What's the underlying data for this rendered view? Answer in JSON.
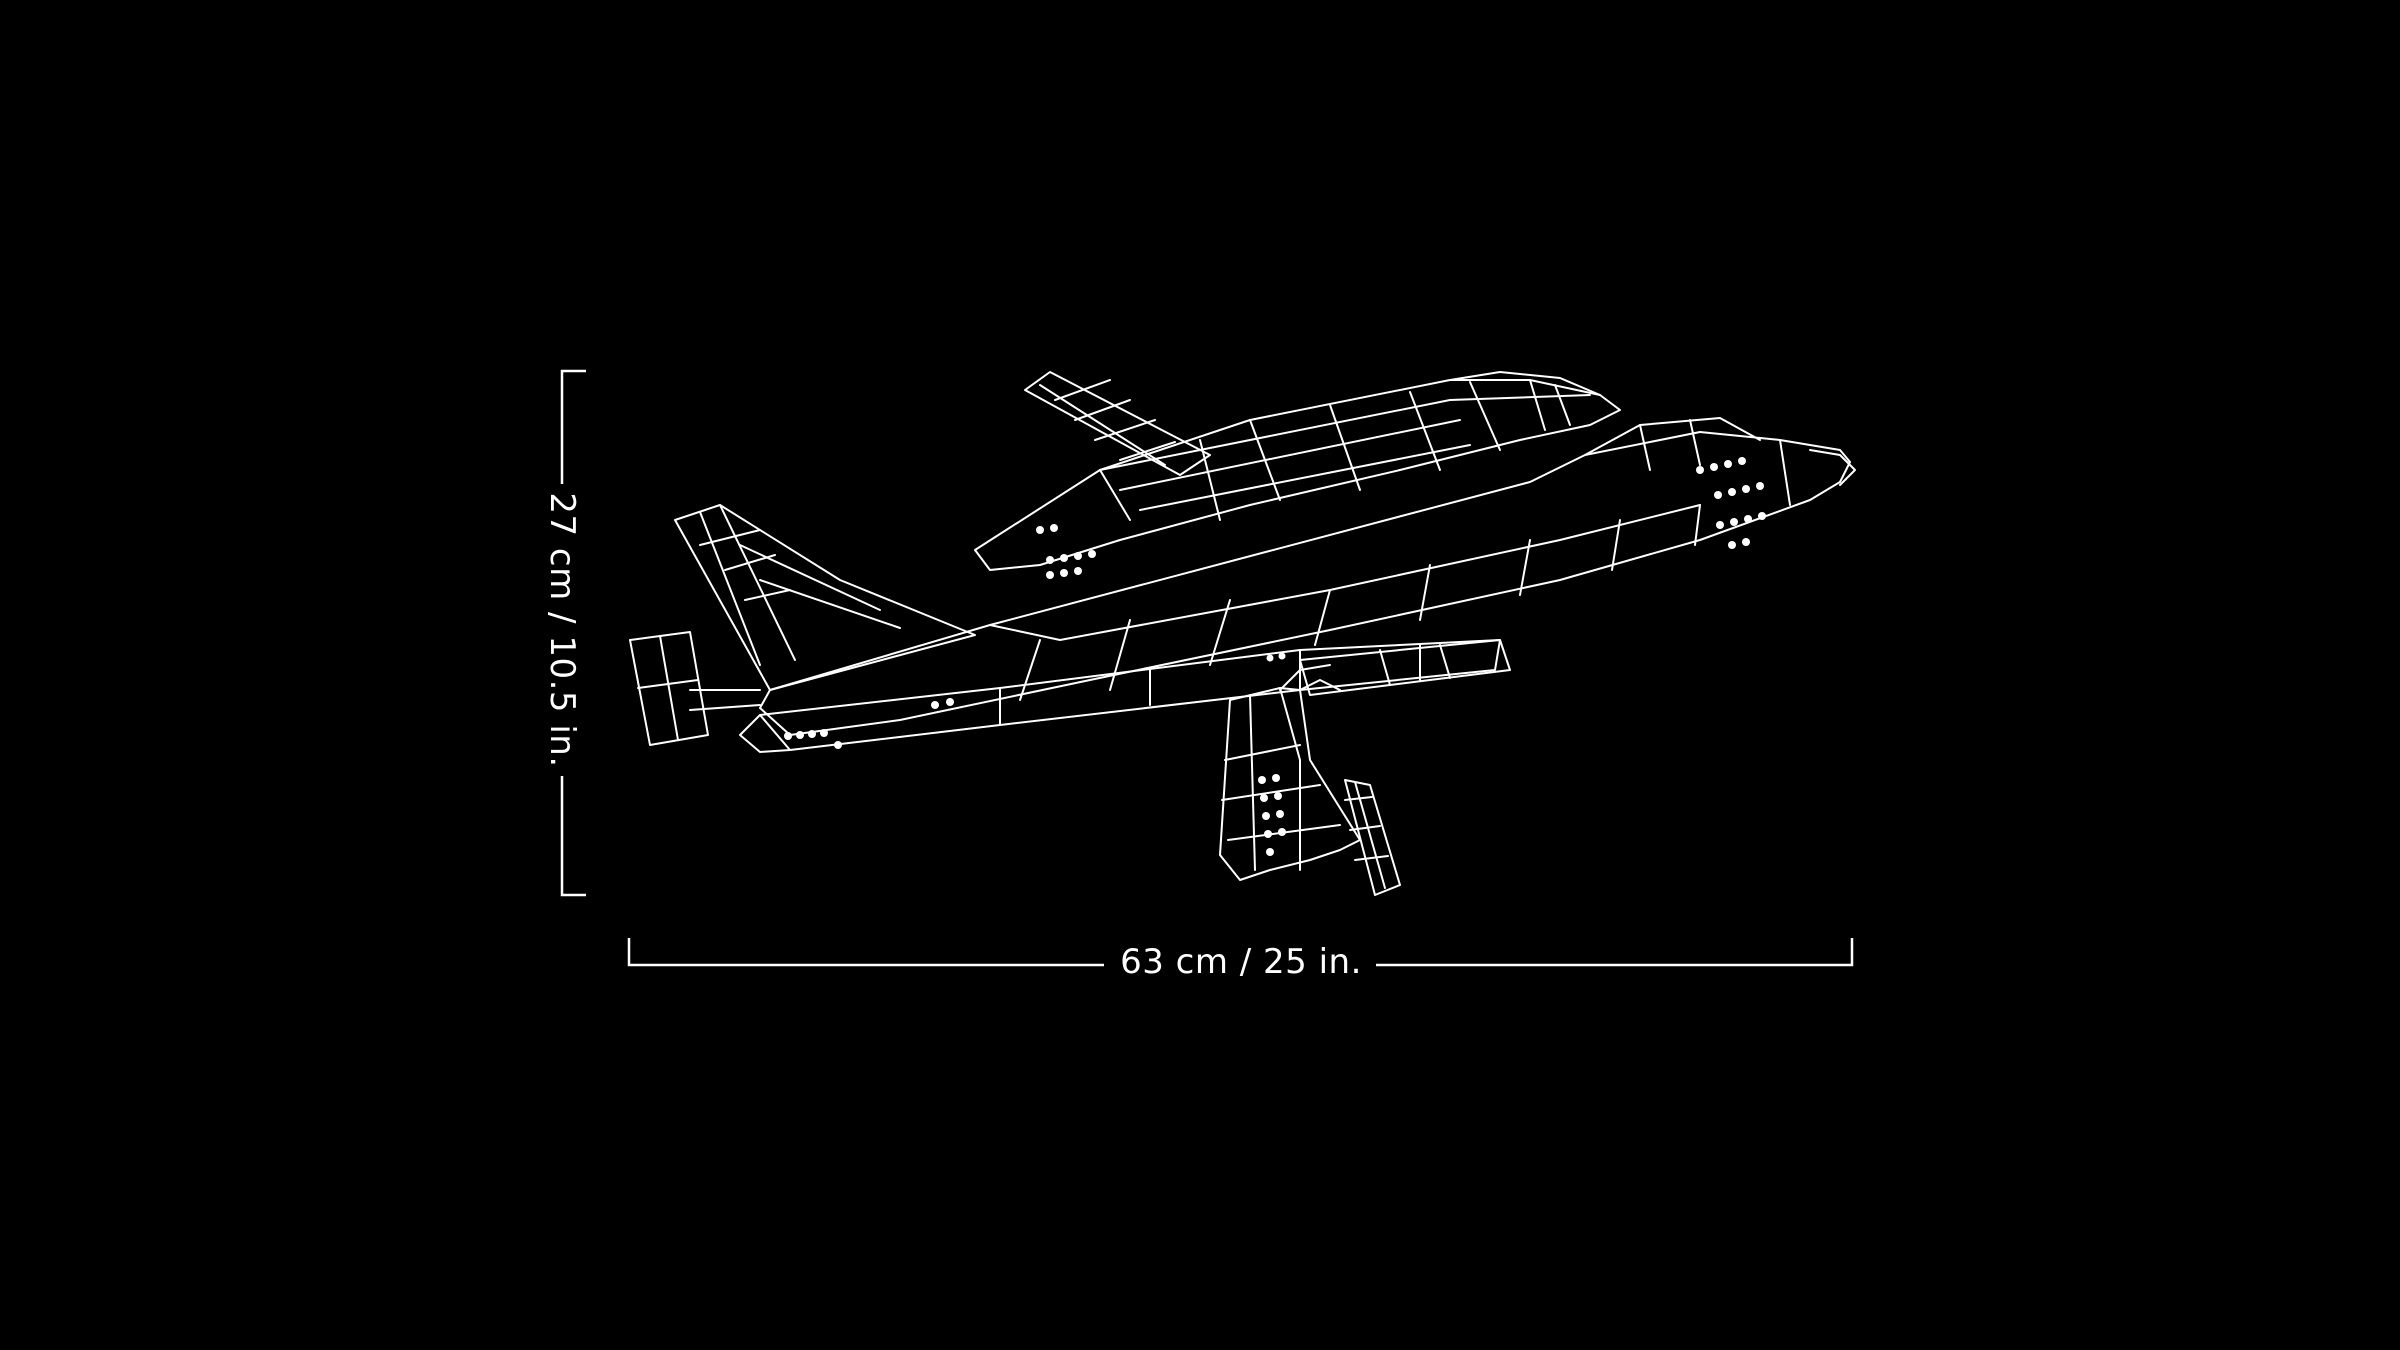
{
  "dimensions": {
    "width_label": "63 cm / 25 in.",
    "height_label": "27 cm / 10.5 in."
  },
  "colors": {
    "background": "#000000",
    "line": "#ffffff"
  },
  "drawing": {
    "subject": "shuttle-carrier-aircraft-line-drawing"
  }
}
